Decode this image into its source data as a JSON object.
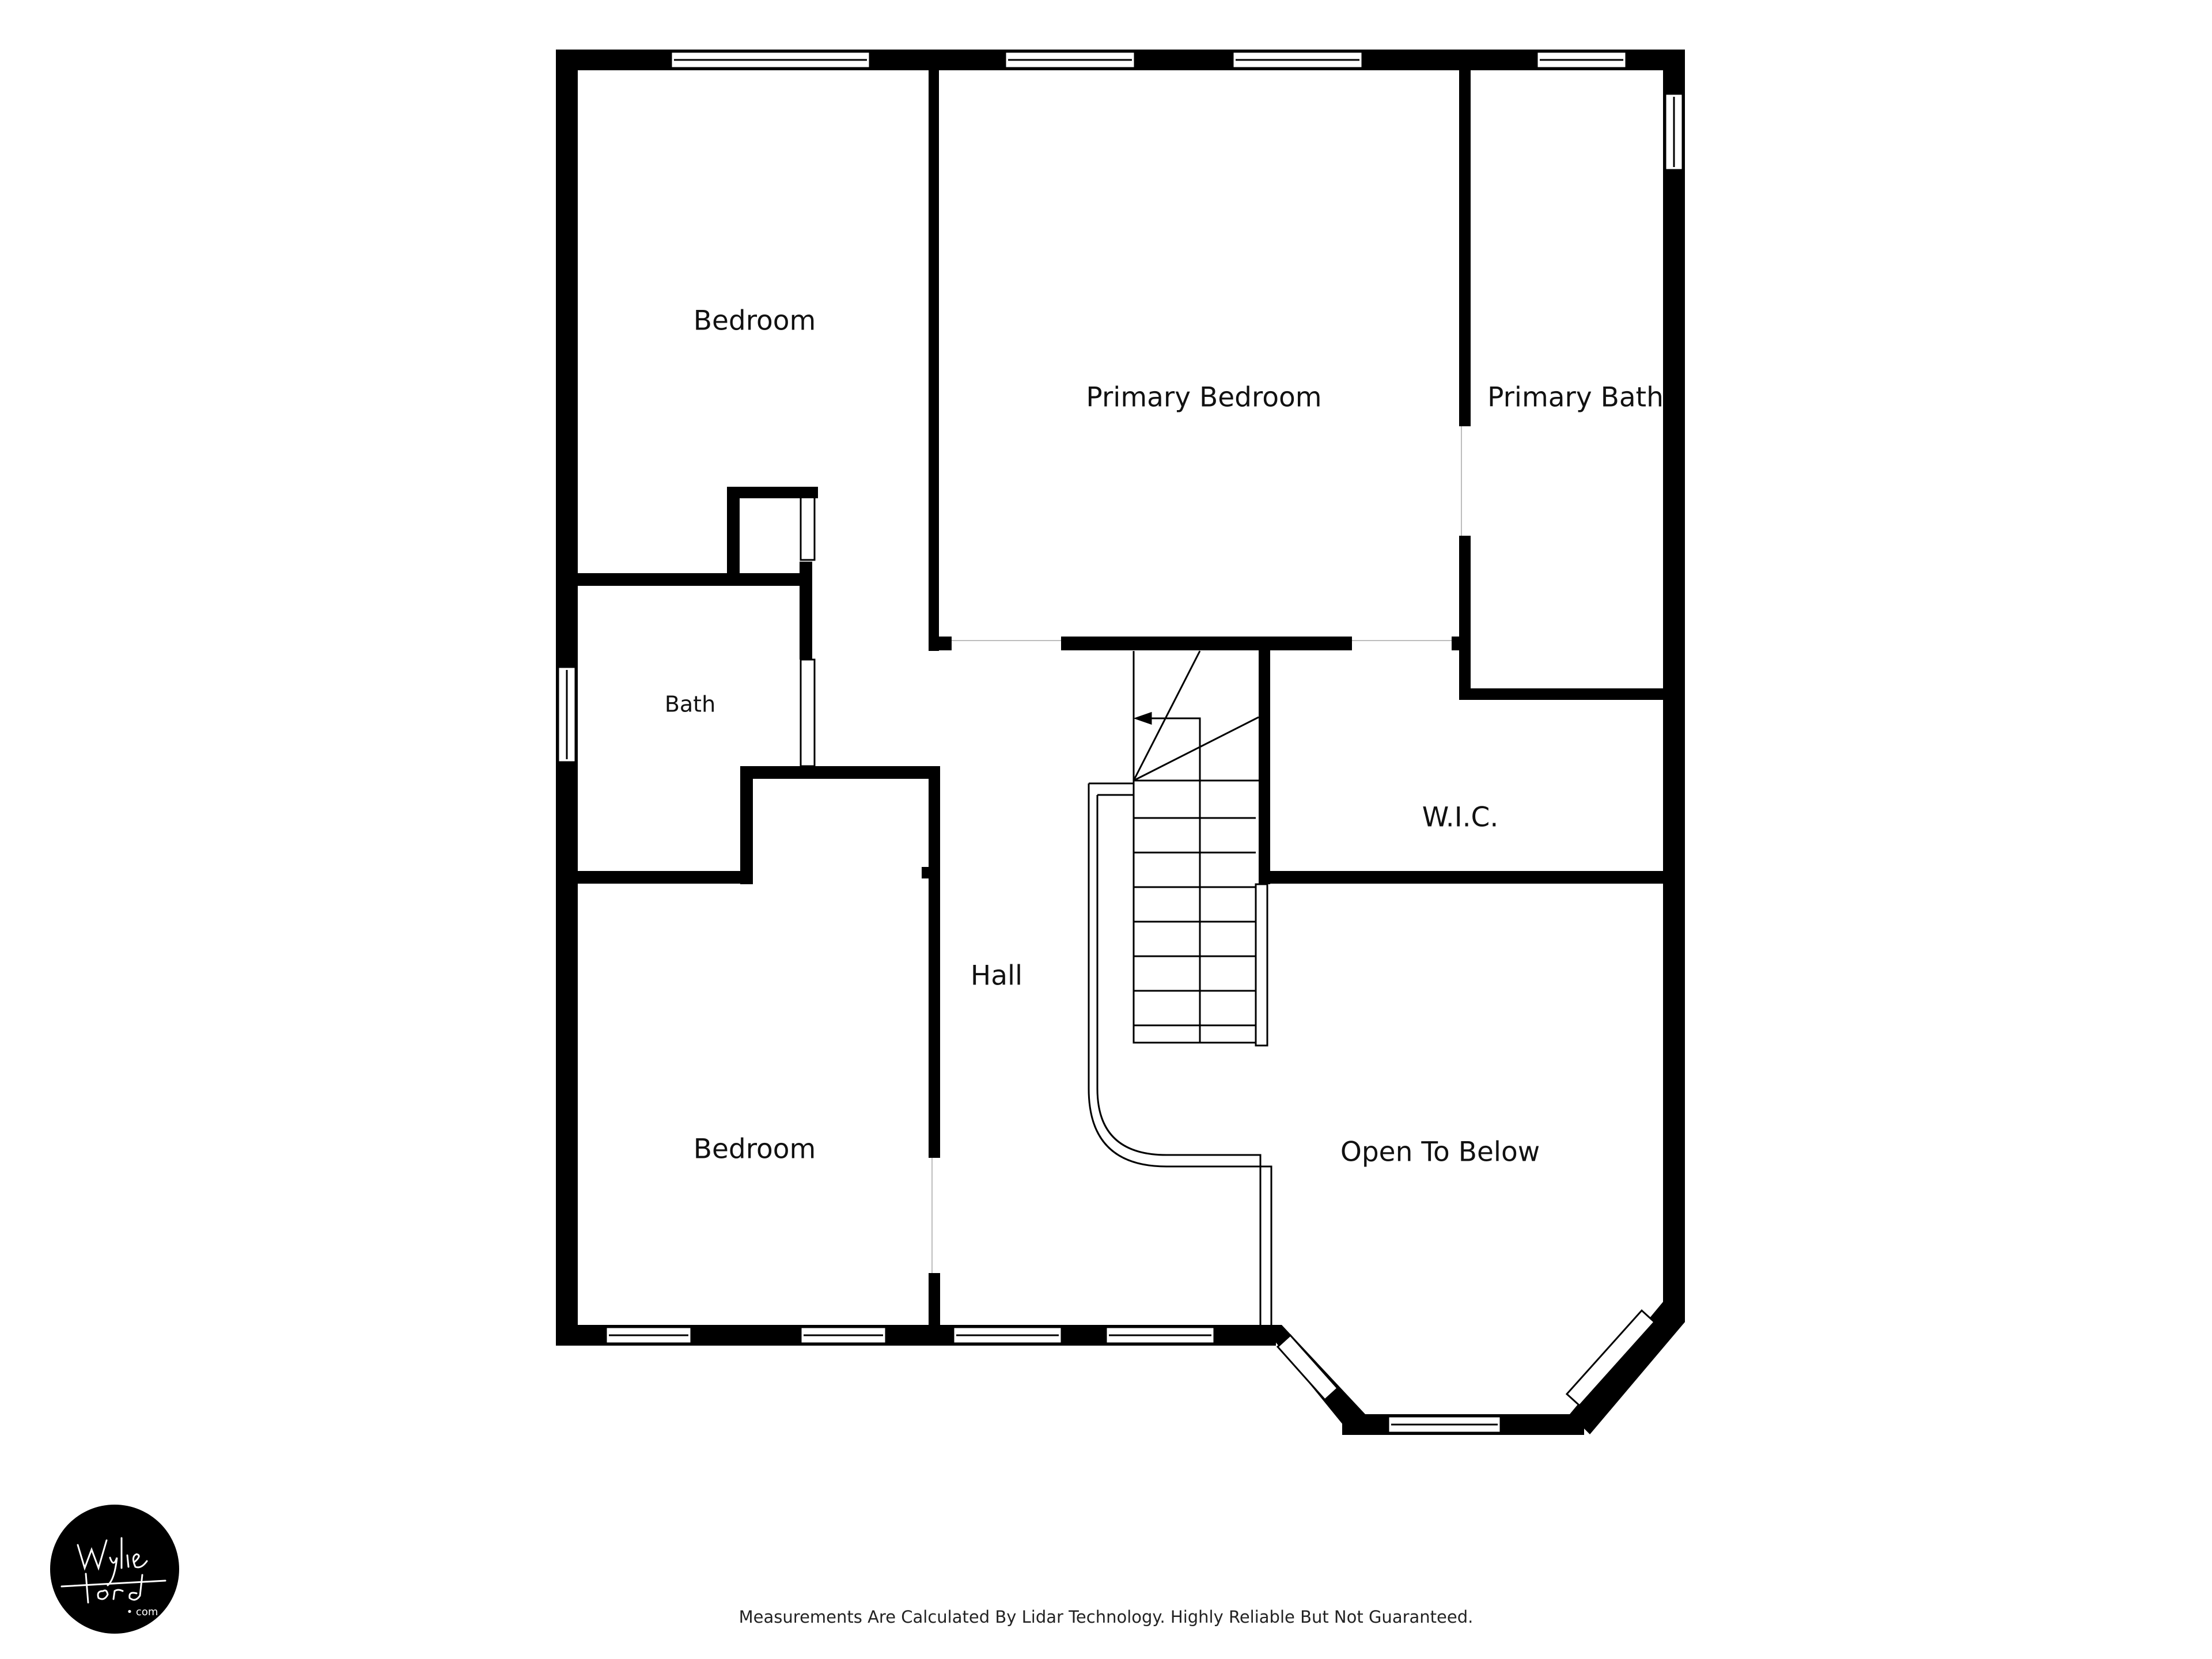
{
  "rooms": {
    "bedroom_top": "Bedroom",
    "primary_bedroom": "Primary Bedroom",
    "primary_bath": "Primary Bath",
    "bath": "Bath",
    "wic": "W.I.C.",
    "hall": "Hall",
    "bedroom_bottom": "Bedroom",
    "open_to_below": "Open To Below"
  },
  "footer": {
    "disclaimer": "Measurements Are Calculated By Lidar Technology. Highly Reliable But Not Guaranteed."
  },
  "logo": {
    "text": "Wylie Ford .com",
    "color": "#000000"
  },
  "colors": {
    "wall": "#000000",
    "background": "#ffffff"
  }
}
